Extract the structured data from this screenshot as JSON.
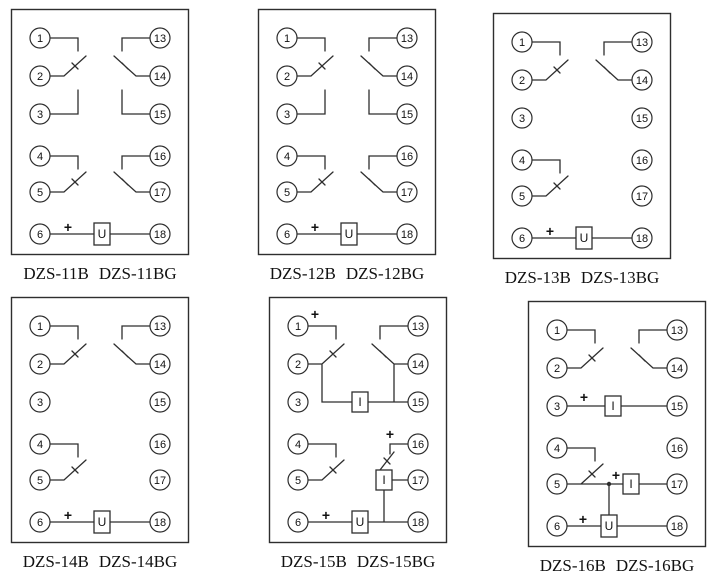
{
  "colors": {
    "background": "#ffffff",
    "line": "#2e2e2e"
  },
  "labels": {
    "plus": "+",
    "u_coil": "U",
    "i_coil": "I"
  },
  "terminals": {
    "left": [
      "1",
      "2",
      "3",
      "4",
      "5",
      "6"
    ],
    "right": [
      "13",
      "14",
      "15",
      "16",
      "17",
      "18"
    ]
  },
  "panels": [
    {
      "caption_left": "DZS-11B",
      "caption_right": "DZS-11BG"
    },
    {
      "caption_left": "DZS-12B",
      "caption_right": "DZS-12BG"
    },
    {
      "caption_left": "DZS-13B",
      "caption_right": "DZS-13BG"
    },
    {
      "caption_left": "DZS-14B",
      "caption_right": "DZS-14BG"
    },
    {
      "caption_left": "DZS-15B",
      "caption_right": "DZS-15BG"
    },
    {
      "caption_left": "DZS-16B",
      "caption_right": "DZS-16BG"
    }
  ]
}
